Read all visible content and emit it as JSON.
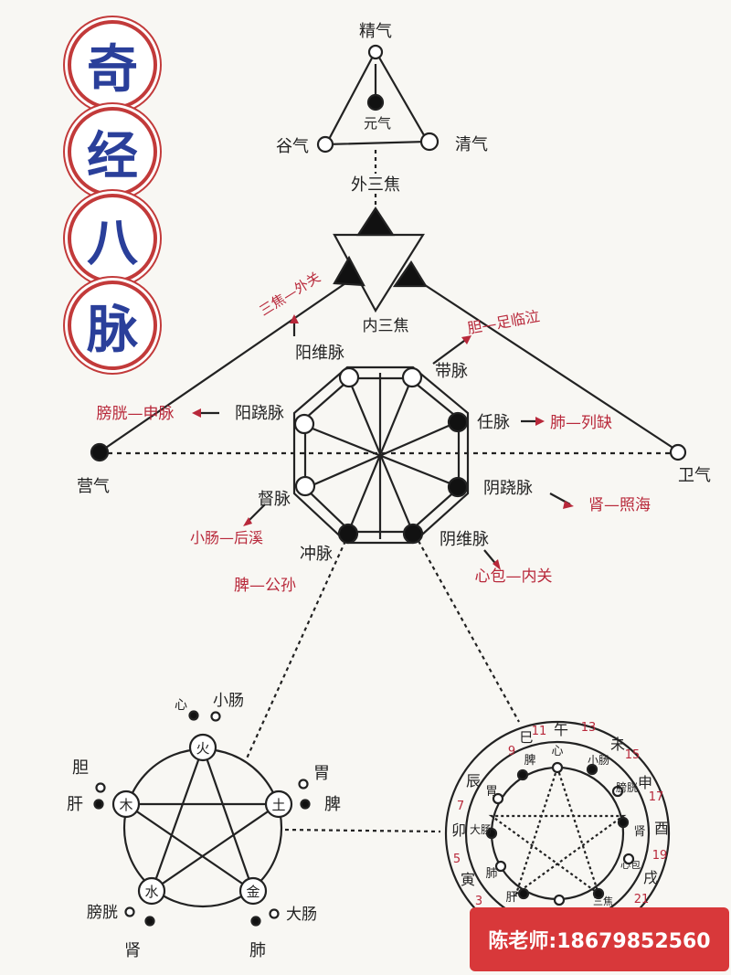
{
  "title": [
    "奇",
    "经",
    "八",
    "脉"
  ],
  "top_triangle": {
    "apex": "精气",
    "center": "元气",
    "left": "谷气",
    "right": "清气"
  },
  "outer_sanjiao": "外三焦",
  "inner_sanjiao": "内三焦",
  "sanjiao_note": "三焦—外关",
  "ying_qi": "营气",
  "wei_qi": "卫气",
  "channels": {
    "yang_wei_top": "阳维脉",
    "dai": "带脉",
    "yang_qiao": "阳跷脉",
    "ren": "任脉",
    "yin_qiao": "阴跷脉",
    "du": "督脉",
    "chong": "冲脉",
    "yin_wei": "阴维脉"
  },
  "points": {
    "dai": "胆—足临泣",
    "yang_qiao": "膀胱—申脉",
    "ren": "肺—列缺",
    "yin_qiao": "肾—照海",
    "du": "小肠—后溪",
    "chong": "脾—公孙",
    "yin_wei": "心包—内关"
  },
  "five_elements": {
    "fire": "火",
    "earth": "土",
    "metal": "金",
    "water": "水",
    "wood": "木",
    "heart": "心",
    "small_intestine": "小肠",
    "stomach": "胃",
    "spleen": "脾",
    "large_intestine": "大肠",
    "lung": "肺",
    "bladder": "膀胱",
    "kidney": "肾",
    "gallbladder": "胆",
    "liver": "肝"
  },
  "branches": {
    "si": "巳",
    "wu": "午",
    "wei": "未",
    "shen": "申",
    "you": "酉",
    "xu": "戌",
    "chen": "辰",
    "mao": "卯",
    "yin": "寅",
    "n9": "9",
    "n11": "11",
    "n13": "13",
    "n15": "15",
    "n17": "17",
    "n19": "19",
    "n21": "21",
    "n7": "7",
    "n5": "5",
    "n3": "3",
    "o_pi": "脾",
    "o_xin": "心",
    "o_xiaochang": "小肠",
    "o_pangguang": "膀胱",
    "o_shen": "肾",
    "o_xinbao": "心包",
    "o_sanjiao": "三焦",
    "o_wei": "胃",
    "o_dachang": "大肠",
    "o_fei": "肺",
    "o_gan": "肝"
  },
  "contact": "陈老师:18679852560"
}
